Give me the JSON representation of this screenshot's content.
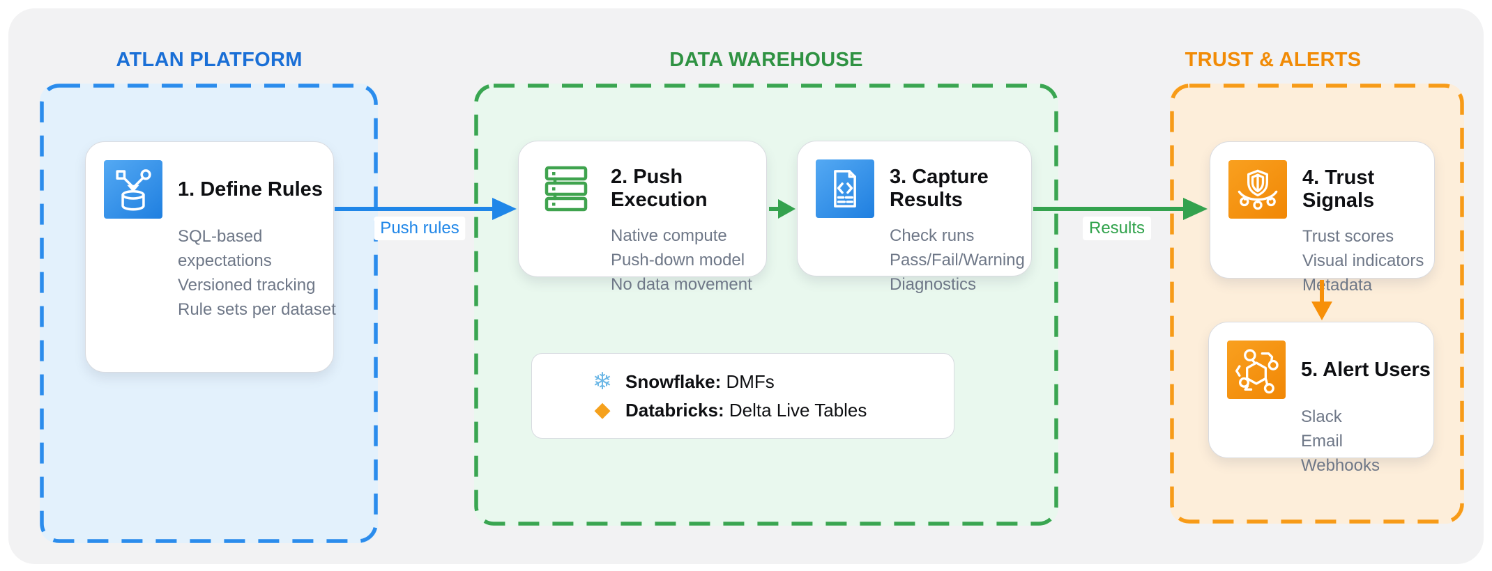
{
  "sections": {
    "atlan": {
      "label": "ATLAN PLATFORM",
      "accent": "#1a6fd6",
      "fill": "#e3f1fc",
      "border": "#2b8cec"
    },
    "warehouse": {
      "label": "DATA WAREHOUSE",
      "accent": "#2f9242",
      "fill": "#e9f8ee",
      "border": "#3aa551"
    },
    "trust": {
      "label": "TRUST & ALERTS",
      "accent": "#f18b06",
      "fill": "#fdeeda",
      "border": "#f79b18"
    }
  },
  "cards": [
    {
      "icon": "rules-database-icon",
      "title": "1. Define Rules",
      "lines": [
        "SQL-based",
        "expectations",
        "Versioned tracking",
        "Rule sets per dataset"
      ]
    },
    {
      "icon": "server-stack-icon",
      "title": "2. Push Execution",
      "lines": [
        "Native compute",
        "Push-down model",
        "No data movement"
      ]
    },
    {
      "icon": "code-document-icon",
      "title": "3. Capture Results",
      "lines": [
        "Check runs",
        "Pass/Fail/Warning",
        "Diagnostics"
      ]
    },
    {
      "icon": "trust-shield-icon",
      "title": "4. Trust Signals",
      "lines": [
        "Trust scores",
        "Visual indicators",
        "Metadata"
      ]
    },
    {
      "icon": "alert-network-icon",
      "title": "5. Alert Users",
      "lines": [
        "Slack",
        "Email",
        "Webhooks"
      ]
    }
  ],
  "arrows": {
    "push_rules": {
      "label": "Push rules",
      "color": "#1f86e8"
    },
    "exec_to_capture": {
      "label": "",
      "color": "#34a24e"
    },
    "results": {
      "label": "Results",
      "color": "#2fa24a"
    },
    "trust_to_alert": {
      "label": "",
      "color": "#f79009"
    }
  },
  "legend": {
    "separator": ": ",
    "items": [
      {
        "icon": "snowflake-icon",
        "glyph": "❄",
        "name": "Snowflake",
        "value": "DMFs"
      },
      {
        "icon": "databricks-diamond-icon",
        "glyph": "◆",
        "name": "Databricks",
        "value": "Delta Live Tables"
      }
    ]
  }
}
